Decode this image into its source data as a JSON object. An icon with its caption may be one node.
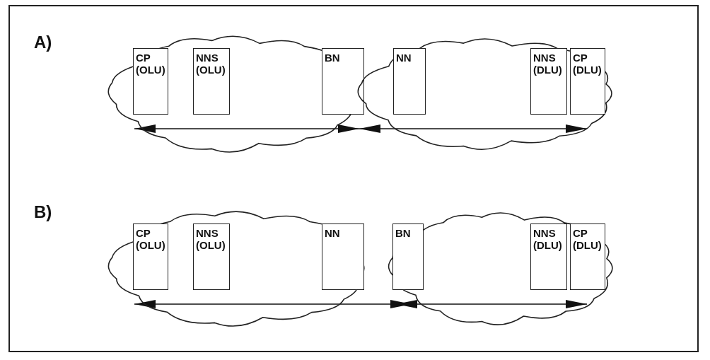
{
  "diagram": {
    "nodes": [
      {
        "text": [],
        "shape": "cloud"
      },
      {
        "text": [
          "CP (OLU)"
        ],
        "in": 0
      },
      {
        "text": [
          "NNS (OLU)"
        ],
        "in": 0
      },
      {
        "text": [
          "BN"
        ],
        "in": 0
      },
      {
        "text": [],
        "shape": "cloud"
      },
      {
        "text": [
          "NN"
        ],
        "in": 4
      },
      {
        "text": [
          "NNS (DLU)"
        ],
        "in": 4
      },
      {
        "text": [
          "CP (DLU)"
        ],
        "in": 4
      },
      {
        "text": [],
        "shape": "cloud"
      },
      {
        "text": [
          "CP (OLU)"
        ],
        "in": 8
      },
      {
        "text": [
          "NNS (OLU)"
        ],
        "in": 8
      },
      {
        "text": [
          "NN"
        ],
        "in": 8
      },
      {
        "text": [],
        "shape": "cloud"
      },
      {
        "text": [
          "BN"
        ],
        "in": 12
      },
      {
        "text": [
          "NNS (DLU)"
        ],
        "in": 12
      },
      {
        "text": [
          "CP (DLU)"
        ],
        "in": 12
      }
    ],
    "edges": [
      {
        "from": 1,
        "to": 3,
        "arrow": "both"
      },
      {
        "from": 3,
        "to": 7,
        "arrow": "both"
      },
      {
        "from": 9,
        "to": 13,
        "arrow": "both"
      },
      {
        "from": 13,
        "to": 15,
        "arrow": "both"
      }
    ],
    "labels": [
      "A)",
      "B)"
    ]
  }
}
